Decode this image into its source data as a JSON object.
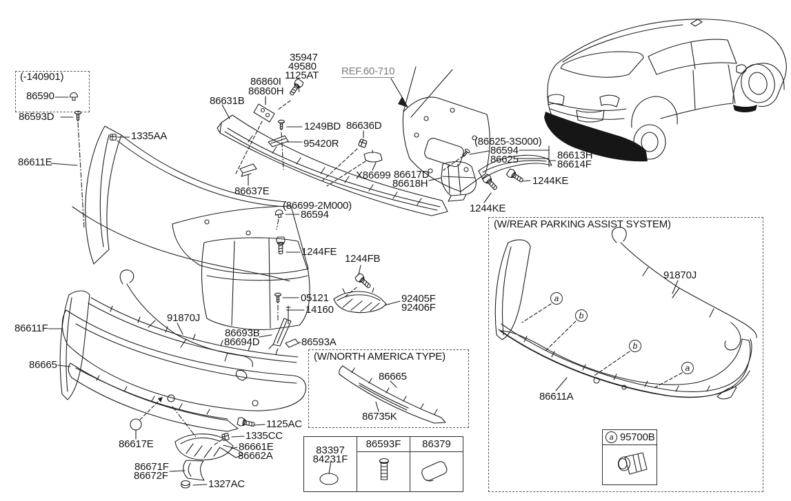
{
  "colors": {
    "line": "#1d1d1d",
    "ref_label": "#7c7c7c",
    "bumper_fill": "#161616"
  },
  "boxes": {
    "early_production": {
      "title": "(-140901)"
    },
    "north_america": {
      "title": "(W/NORTH AMERICA TYPE)"
    },
    "rear_parking_assist": {
      "title": "(W/REAR PARKING ASSIST SYSTEM)"
    }
  },
  "ref_callout": {
    "label": "REF.60-710"
  },
  "markers": {
    "a": "a",
    "b": "b"
  },
  "legend": {
    "marker": "a",
    "part": "95700B"
  },
  "table": {
    "columns": [
      {
        "parts": [
          "83397",
          "84231F"
        ],
        "icon": "oval-seal-icon"
      },
      {
        "header": "86593F",
        "icon": "bolt-icon"
      },
      {
        "header": "86379",
        "icon": "pad-icon"
      }
    ]
  },
  "icon_names": [
    "bolt-icon",
    "screw-icon",
    "push-clip-icon",
    "square-clip-icon",
    "nut-icon",
    "pin-icon",
    "parking-sensor-icon",
    "oval-seal-icon",
    "pad-icon",
    "ref-arrow-icon"
  ],
  "parts": {
    "86590": "86590",
    "86593D": "86593D",
    "1335AA": "1335AA",
    "86611E": "86611E",
    "86631B": "86631B",
    "86860I": "86860I",
    "86860H": "86860H",
    "35947": "35947",
    "49580": "49580",
    "1125AT": "1125AT",
    "1249BD": "1249BD",
    "95420R": "95420R",
    "86636D": "86636D",
    "X86699": "X86699",
    "86637E": "86637E",
    "86625_3S000": "(86625-3S000)",
    "86594": "86594",
    "86625": "86625",
    "86613H": "86613H",
    "86614F": "86614F",
    "86617D": "86617D",
    "86618H": "86618H",
    "1244KE": "1244KE",
    "86699_2M000": "(86699-2M000)",
    "1244FE": "1244FE",
    "1244FB": "1244FB",
    "05121": "05121",
    "14160": "14160",
    "92405F": "92405F",
    "92406F": "92406F",
    "86611F": "86611F",
    "91870J": "91870J",
    "86693B": "86693B",
    "86694D": "86694D",
    "86593A": "86593A",
    "86665": "86665",
    "86617E": "86617E",
    "1125AC": "1125AC",
    "1335CC": "1335CC",
    "86661E": "86661E",
    "86662A": "86662A",
    "86671F": "86671F",
    "86672F": "86672F",
    "1327AC": "1327AC",
    "86735K": "86735K",
    "83397": "83397",
    "84231F": "84231F",
    "86593F": "86593F",
    "86379": "86379",
    "86611A": "86611A",
    "95700B": "95700B"
  }
}
